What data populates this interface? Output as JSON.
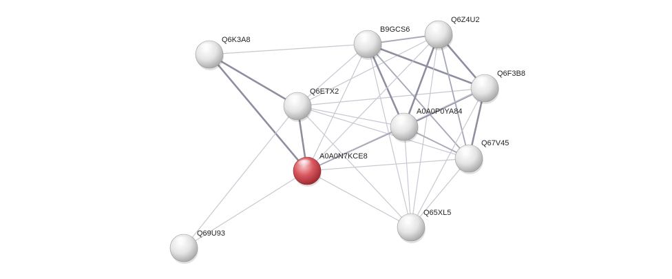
{
  "network": {
    "nodes": [
      {
        "id": "Q6K3A8",
        "label": "Q6K3A8",
        "color": "#d9d9d9"
      },
      {
        "id": "B9GCS6",
        "label": "B9GCS6",
        "color": "#d9d9d9"
      },
      {
        "id": "Q6Z4U2",
        "label": "Q6Z4U2",
        "color": "#d9d9d9"
      },
      {
        "id": "Q6F3B8",
        "label": "Q6F3B8",
        "color": "#d9d9d9"
      },
      {
        "id": "Q6ETX2",
        "label": "Q6ETX2",
        "color": "#d9d9d9"
      },
      {
        "id": "A0A0P0YA84",
        "label": "A0A0P0YA84",
        "color": "#d9d9d9"
      },
      {
        "id": "Q67V45",
        "label": "Q67V45",
        "color": "#d9d9d9"
      },
      {
        "id": "A0A0N7KCE8",
        "label": "A0A0N7KCE8",
        "color": "#d9575f"
      },
      {
        "id": "Q65XL5",
        "label": "Q65XL5",
        "color": "#d9d9d9"
      },
      {
        "id": "Q69U93",
        "label": "Q69U93",
        "color": "#d9d9d9"
      }
    ],
    "edges": [
      {
        "source": "Q6K3A8",
        "target": "Q6ETX2",
        "strength": "strong"
      },
      {
        "source": "Q6K3A8",
        "target": "A0A0N7KCE8",
        "strength": "strong"
      },
      {
        "source": "Q6K3A8",
        "target": "B9GCS6",
        "strength": "weak"
      },
      {
        "source": "Q6ETX2",
        "target": "A0A0N7KCE8",
        "strength": "strong"
      },
      {
        "source": "Q6ETX2",
        "target": "B9GCS6",
        "strength": "weak"
      },
      {
        "source": "Q6ETX2",
        "target": "Q6Z4U2",
        "strength": "weak"
      },
      {
        "source": "Q6ETX2",
        "target": "Q6F3B8",
        "strength": "weak"
      },
      {
        "source": "Q6ETX2",
        "target": "A0A0P0YA84",
        "strength": "weak"
      },
      {
        "source": "Q6ETX2",
        "target": "Q67V45",
        "strength": "weak"
      },
      {
        "source": "Q6ETX2",
        "target": "Q65XL5",
        "strength": "weak"
      },
      {
        "source": "B9GCS6",
        "target": "Q6Z4U2",
        "strength": "medium"
      },
      {
        "source": "B9GCS6",
        "target": "Q6F3B8",
        "strength": "strong"
      },
      {
        "source": "B9GCS6",
        "target": "A0A0P0YA84",
        "strength": "strong"
      },
      {
        "source": "B9GCS6",
        "target": "Q67V45",
        "strength": "medium"
      },
      {
        "source": "B9GCS6",
        "target": "A0A0N7KCE8",
        "strength": "weak"
      },
      {
        "source": "B9GCS6",
        "target": "Q65XL5",
        "strength": "weak"
      },
      {
        "source": "Q6Z4U2",
        "target": "Q6F3B8",
        "strength": "strong"
      },
      {
        "source": "Q6Z4U2",
        "target": "A0A0P0YA84",
        "strength": "strong"
      },
      {
        "source": "Q6Z4U2",
        "target": "Q67V45",
        "strength": "medium"
      },
      {
        "source": "Q6Z4U2",
        "target": "A0A0N7KCE8",
        "strength": "weak"
      },
      {
        "source": "Q6Z4U2",
        "target": "Q65XL5",
        "strength": "weak"
      },
      {
        "source": "Q6F3B8",
        "target": "A0A0P0YA84",
        "strength": "strong"
      },
      {
        "source": "Q6F3B8",
        "target": "Q67V45",
        "strength": "strong"
      },
      {
        "source": "Q6F3B8",
        "target": "Q65XL5",
        "strength": "weak"
      },
      {
        "source": "Q6F3B8",
        "target": "A0A0N7KCE8",
        "strength": "weak"
      },
      {
        "source": "A0A0P0YA84",
        "target": "Q67V45",
        "strength": "medium"
      },
      {
        "source": "A0A0P0YA84",
        "target": "A0A0N7KCE8",
        "strength": "medium"
      },
      {
        "source": "A0A0P0YA84",
        "target": "Q65XL5",
        "strength": "weak"
      },
      {
        "source": "Q67V45",
        "target": "A0A0N7KCE8",
        "strength": "weak"
      },
      {
        "source": "Q67V45",
        "target": "Q65XL5",
        "strength": "weak"
      },
      {
        "source": "A0A0N7KCE8",
        "target": "Q65XL5",
        "strength": "weak"
      },
      {
        "source": "A0A0N7KCE8",
        "target": "Q69U93",
        "strength": "weak"
      },
      {
        "source": "Q6ETX2",
        "target": "Q69U93",
        "strength": "weak"
      }
    ]
  }
}
